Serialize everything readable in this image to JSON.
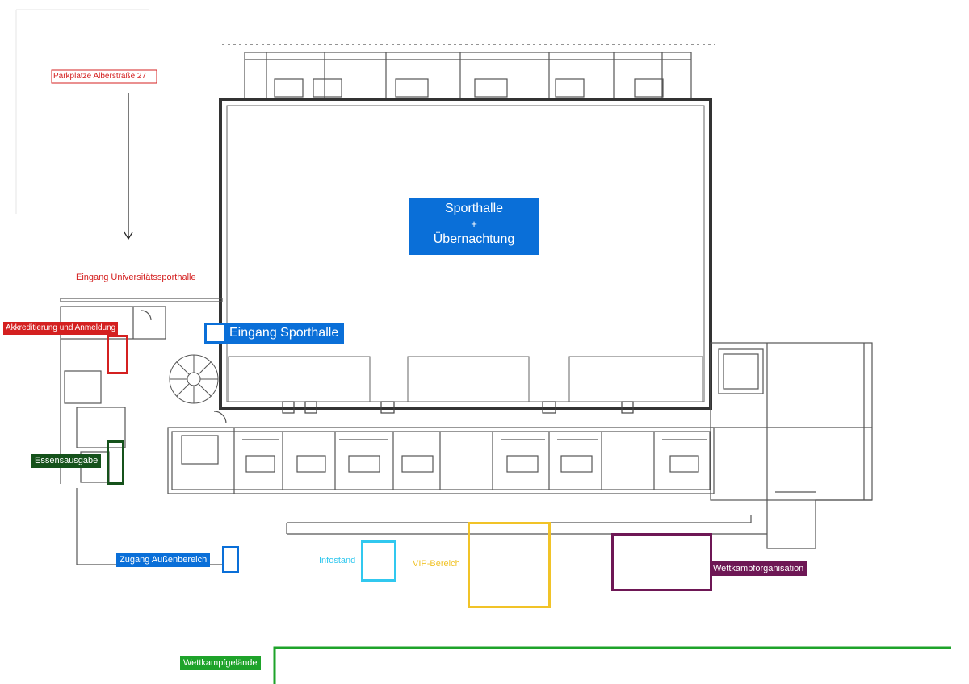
{
  "colors": {
    "red": "#d42020",
    "blue": "#0a6fd8",
    "dark_green": "#15521b",
    "light_blue": "#31c8ef",
    "yellow": "#f1c328",
    "purple": "#6e1755",
    "green": "#1ea32a"
  },
  "labels": {
    "parking": "Parkplätze Alberstraße 27",
    "uni_entrance": "Eingang Universitätssporthalle",
    "accreditation": "Akkreditierung und Anmeldung",
    "hall_entrance": "Eingang Sporthalle",
    "sporthalle_line1": "Sporthalle",
    "sporthalle_line2": "+",
    "sporthalle_line3": "Übernachtung",
    "food": "Essensausgabe",
    "outdoor_access": "Zugang Außenbereich",
    "infostand": "Infostand",
    "vip": "VIP-Bereich",
    "competition_org": "Wettkampforganisation",
    "competition_grounds": "Wettkampfgelände"
  }
}
